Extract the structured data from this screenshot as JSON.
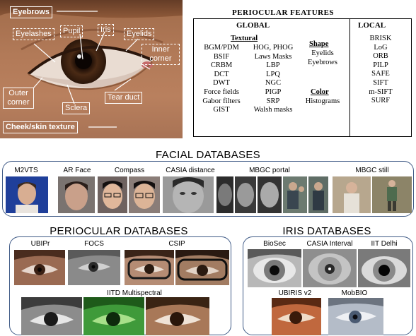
{
  "eye_labels": {
    "eyebrows": "Eyebrows",
    "eyelashes": "Eyelashes",
    "pupil": "Pupil",
    "iris": "Iris",
    "eyelids": "Eyelids",
    "inner_corner": "Inner corner",
    "outer_corner": "Outer corner",
    "sclera": "Sclera",
    "tear_duct": "Tear duct",
    "cheek": "Cheek/skin texture"
  },
  "features": {
    "title": "PERIOCULAR FEATURES",
    "global_header": "GLOBAL",
    "local_header": "LOCAL",
    "textural_header": "Textural",
    "textural_col1": [
      "BGM/PDM",
      "BSIF",
      "CRBM",
      "DCT",
      "DWT",
      "Force fields",
      "Gabor filters",
      "GIST"
    ],
    "textural_col2": [
      "HOG, PHOG",
      "Laws Masks",
      "LBP",
      "LPQ",
      "NGC",
      "PIGP",
      "SRP",
      "Walsh masks"
    ],
    "shape_header": "Shape",
    "shape_items": [
      "Eyelids",
      "Eyebrows"
    ],
    "color_header": "Color",
    "color_items": [
      "Histograms"
    ],
    "local_items": [
      "BRISK",
      "LoG",
      "ORB",
      "PILP",
      "SAFE",
      "SIFT",
      "m-SIFT",
      "SURF"
    ]
  },
  "facial": {
    "title": "FACIAL DATABASES",
    "labels": [
      "M2VTS",
      "AR Face",
      "Compass",
      "CASIA distance",
      "MBGC portal",
      "MBGC still"
    ]
  },
  "periocular": {
    "title": "PERIOCULAR DATABASES",
    "labels": [
      "UBIPr",
      "FOCS",
      "CSIP",
      "IITD Multispectral"
    ]
  },
  "iris": {
    "title": "IRIS DATABASES",
    "labels": [
      "BioSec",
      "CASIA Interval",
      "IIT Delhi",
      "UBIRIS v2",
      "MobBIO"
    ]
  },
  "colors": {
    "panel_border": "#3f5a86",
    "skin": "#b27a58",
    "text": "#000000"
  }
}
